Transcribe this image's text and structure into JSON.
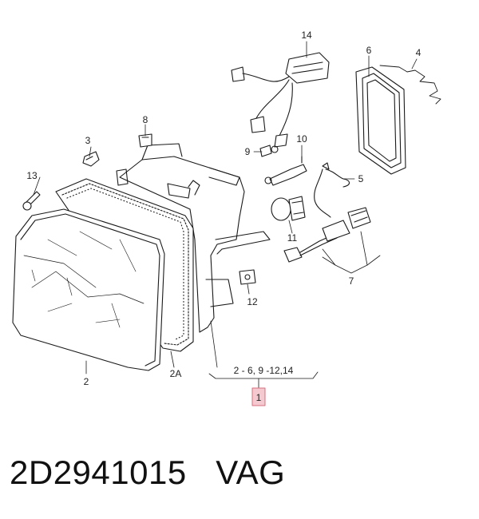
{
  "diagram": {
    "callouts": {
      "c14": "14",
      "c6": "6",
      "c4": "4",
      "c3": "3",
      "c8": "8",
      "c9": "9",
      "c10": "10",
      "c13": "13",
      "c5": "5",
      "c11": "11",
      "c7": "7",
      "c12": "12",
      "c2": "2",
      "c2a": "2A",
      "range": "2 - 6, 9 -12,14",
      "c1": "1"
    },
    "highlight_color": "#f4c9cf",
    "highlight_border": "#d9707f"
  },
  "caption": {
    "part_number": "2D2941015",
    "brand": "VAG"
  }
}
